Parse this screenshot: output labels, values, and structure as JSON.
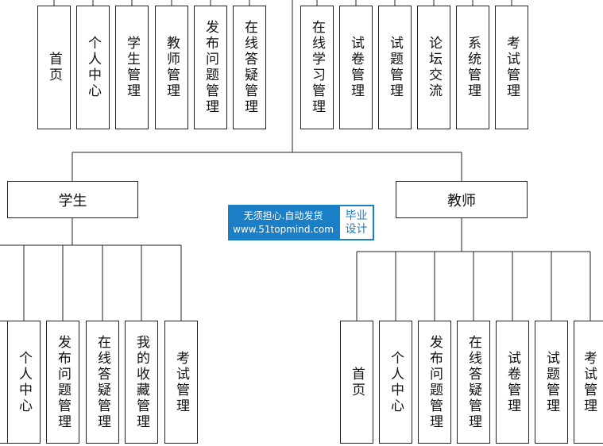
{
  "top_left_modules": [
    "首页",
    "个人中心",
    "学生管理",
    "教师管理",
    "发布问题管理",
    "在线答疑管理"
  ],
  "top_right_modules": [
    "在线学习管理",
    "试卷管理",
    "试题管理",
    "论坛交流",
    "系统管理",
    "考试管理"
  ],
  "student": {
    "title": "学生",
    "modules": [
      "",
      "个人中心",
      "发布问题管理",
      "在线答疑管理",
      "我的收藏管理",
      "考试管理"
    ]
  },
  "teacher": {
    "title": "教师",
    "modules": [
      "首页",
      "个人中心",
      "发布问题管理",
      "在线答疑管理",
      "试卷管理",
      "试题管理",
      "考试管理"
    ]
  },
  "watermark": {
    "line1": "无须担心.自动发货",
    "line2": "www.51topmind.com",
    "side1": "毕业",
    "side2": "设计"
  },
  "colors": {
    "line": "#222222",
    "watermark_blue": "#1a7fc7"
  }
}
